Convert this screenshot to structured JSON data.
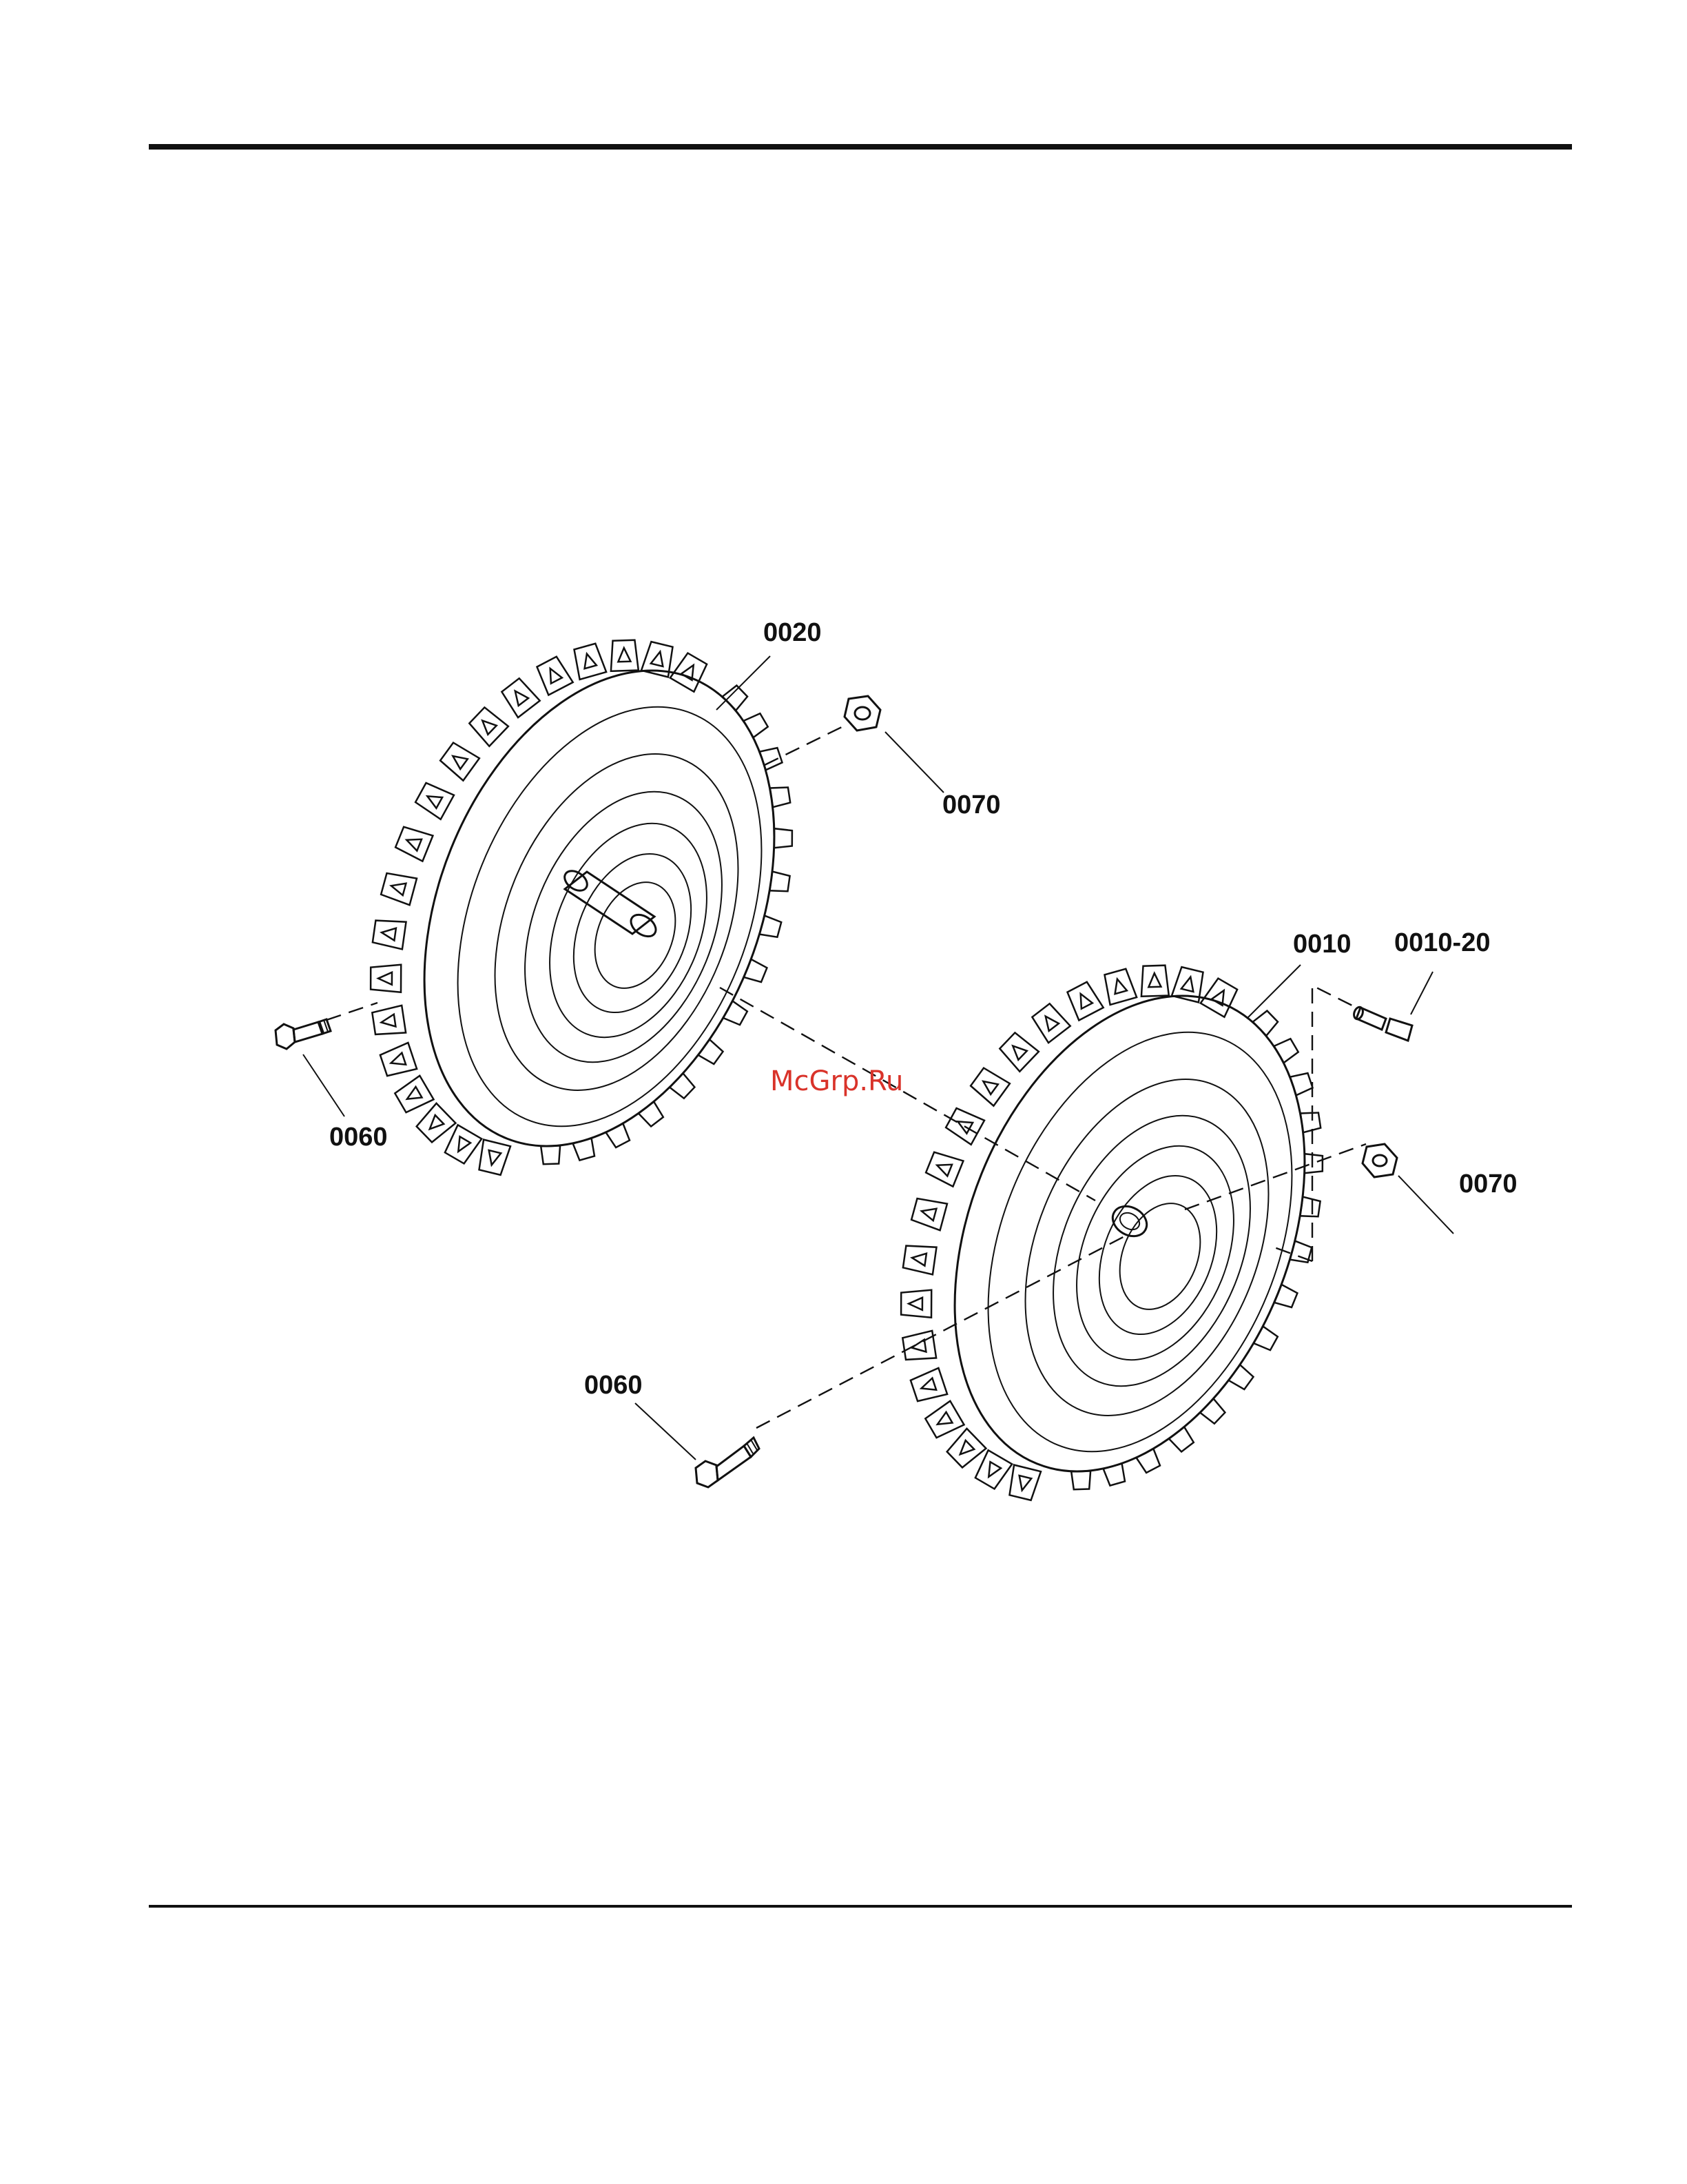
{
  "document": {
    "kind": "exploded parts diagram",
    "callouts": {
      "left_tire": "0020",
      "left_nut": "0070",
      "left_bolt": "0060",
      "right_tire": "0010",
      "valve_stem": "0010-20",
      "right_nut": "0070",
      "right_bolt": "0060"
    },
    "watermark": "McGrp.Ru",
    "colors": {
      "ink": "#111111",
      "watermark": "#d9332a",
      "paper": "#ffffff"
    }
  }
}
